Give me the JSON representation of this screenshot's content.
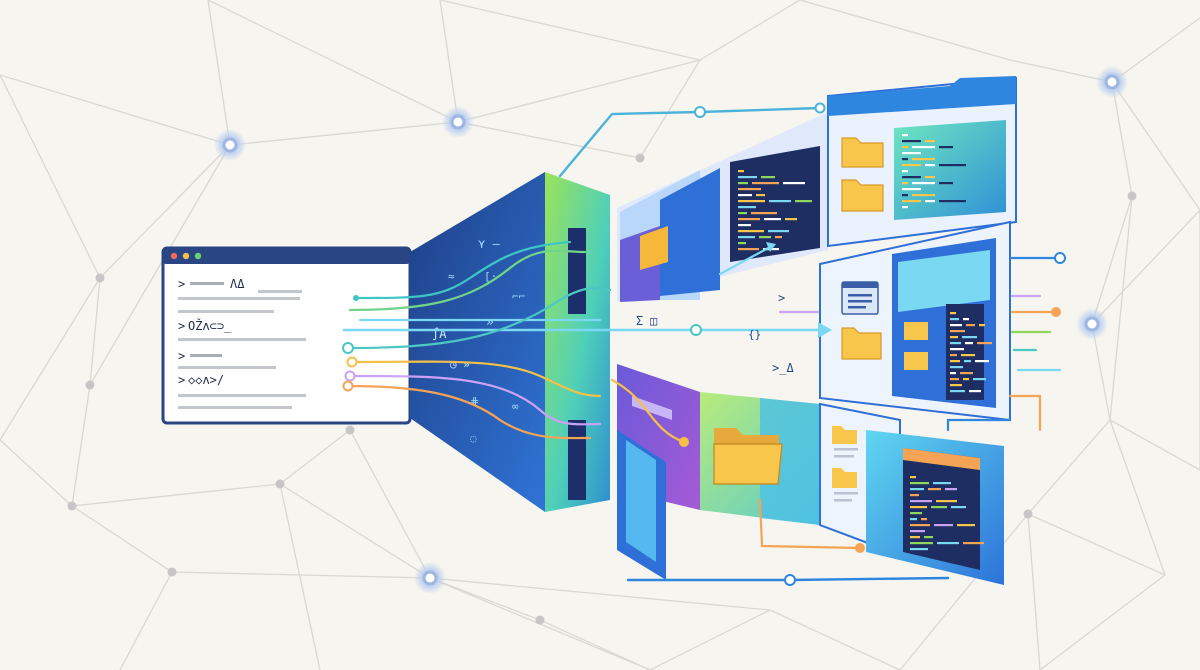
{
  "terminal": {
    "lines": [
      {
        "prompt": ">",
        "text": "ΛΔ"
      },
      {
        "prompt": ">",
        "text": "OŽʌ⊂⊃_"
      },
      {
        "prompt": ">",
        "text": ""
      },
      {
        "prompt": ">",
        "text": "◇◇ʌ>/"
      }
    ]
  },
  "glyphs": {
    "sigma": "Σ",
    "box": "◫",
    "braces": "{}",
    "prompt_delta": ">_Δ",
    "chevron": ">",
    "double_chevron": "»",
    "lambda_script": "∫A"
  },
  "colors": {
    "background": "#f6f5ef",
    "network_line": "#d9d8d2",
    "node": "#c6c6c6",
    "glow_node": "#9fb7e0",
    "navy": "#27407f",
    "blue": "#2f6fd8",
    "teal": "#4bc7c4",
    "green": "#8fd65a",
    "purple": "#8a5cd6",
    "folder": "#f7c64a",
    "orange": "#f5a354"
  }
}
